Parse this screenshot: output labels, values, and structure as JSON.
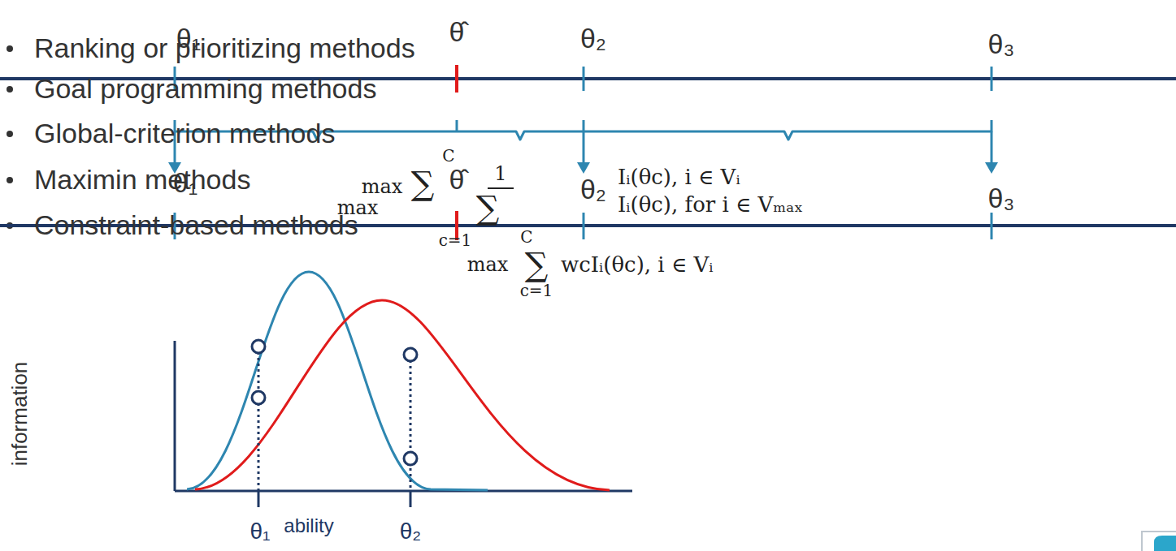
{
  "diagram": {
    "labels": [
      "Ranking or prioritizing methods",
      "Goal programming methods",
      "Global-criterion methods",
      "Maximin methods",
      "Constraint-based methods",
      "θ₁",
      "θ̂",
      "θ₂",
      "θ₃",
      "θ₁",
      "θ̂",
      "θ₂",
      "θ₃",
      "C",
      "max",
      "∑",
      "1",
      "Iᵢ(θc), i ∈ Vᵢ",
      "max",
      "∑",
      "Iᵢ(θc), for i ∈ Vₘₐₓ",
      "c=1",
      "C",
      "max",
      "∑",
      "wcIᵢ(θc), i ∈ Vᵢ",
      "c=1",
      "information",
      "θ₁",
      "ability",
      "θ₂"
    ]
  }
}
